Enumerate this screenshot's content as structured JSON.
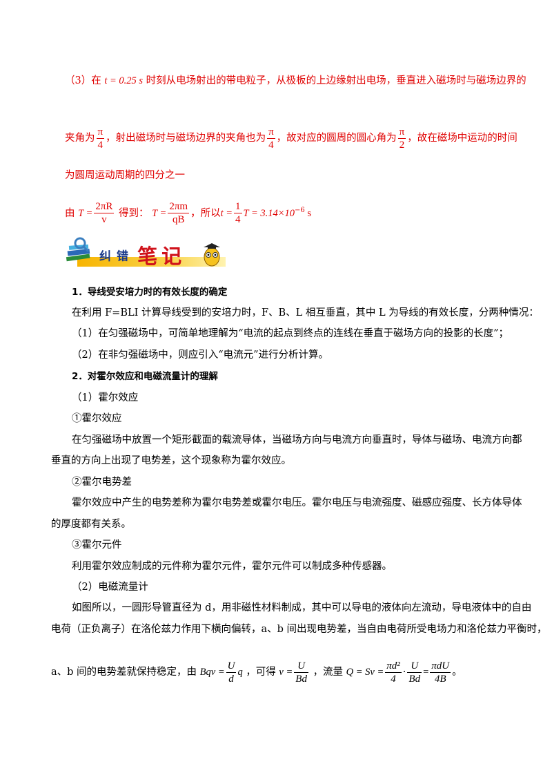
{
  "p3": {
    "part1": "（3）在",
    "math1": "t = 0.25 s",
    "part2": "时刻从电场射出的带电粒子，从极板的上边缘射出电场，垂直进入磁场时与磁场边界的"
  },
  "angles": {
    "t1": "夹角为",
    "f1n": "π",
    "f1d": "4",
    "t2": "，射出磁场时与磁场边界的夹角也为",
    "f2n": "π",
    "f2d": "4",
    "t3": "，故对应的圆周的圆心角为",
    "f3n": "π",
    "f3d": "2",
    "t4": "，故在磁场中运动的时间"
  },
  "quarter": "为圆周运动周期的四分之一",
  "formula": {
    "t1": "由",
    "T1": "T =",
    "f1n": "2πR",
    "f1d": "v",
    "t2": "得到：",
    "T2": "T =",
    "f2n": "2πm",
    "f2d": "qB",
    "t3": "，所以",
    "t_eq": "t =",
    "f3n": "1",
    "f3d": "4",
    "T3": "T = 3.14×10",
    "exp": "−6",
    "unit": " s"
  },
  "banner": {
    "chars1": "纠错",
    "chars2": "笔记"
  },
  "s1": {
    "title": "1．导线受安培力时的有效长度的确定",
    "para": "在利用 F=BLI 计算导线受到的安培力时，F、B、L 相互垂直，其中 L 为导线的有效长度，分两种情况：",
    "item1": "（1）在匀强磁场中，可简单地理解为“电流的起点到终点的连线在垂直于磁场方向的投影的长度”；",
    "item2": "（2）在非匀强磁场中，则应引入“电流元”进行分析计算。"
  },
  "s2": {
    "title": "2．对霍尔效应和电磁流量计的理解",
    "sub1": "（1）霍尔效应",
    "c1": "①霍尔效应",
    "c1p1": "在匀强磁场中放置一个矩形截面的载流导体，当磁场方向与电流方向垂直时，导体与磁场、电流方向都",
    "c1p2": "垂直的方向上出现了电势差，这个现象称为霍尔效应。",
    "c2": "②霍尔电势差",
    "c2p1": "霍尔效应中产生的电势差称为霍尔电势差或霍尔电压。霍尔电压与电流强度、磁感应强度、长方体导体",
    "c2p2": "的厚度都有关系。",
    "c3": "③霍尔元件",
    "c3p": "利用霍尔效应制成的元件称为霍尔元件，霍尔元件可以制成多种传感器。",
    "sub2": "（2）电磁流量计",
    "fp1": "如图所以，一圆形导管直径为 d，用非磁性材料制成，其中可以导电的液体向左流动，导电液体中的自由",
    "fp2": "电荷（正负离子）在洛伦兹力作用下横向偏转，a、b 间出现电势差，当自由电荷所受电场力和洛伦兹力平衡时，",
    "last": {
      "t1": "a、b 间的电势差就保持稳定，由",
      "m1": "Bqv =",
      "f1n": "U",
      "f1d": "d",
      "m2": "q",
      "t2": "，可得",
      "m3": "v =",
      "f2n": "U",
      "f2d": "Bd",
      "t3": "，流量",
      "m4": "Q = Sv =",
      "f3n": "πd²",
      "f3d": "4",
      "dot": "·",
      "f4n": "U",
      "f4d": "Bd",
      "eq": "=",
      "f5n": "πdU",
      "f5d": "4B",
      "end": "。"
    }
  }
}
